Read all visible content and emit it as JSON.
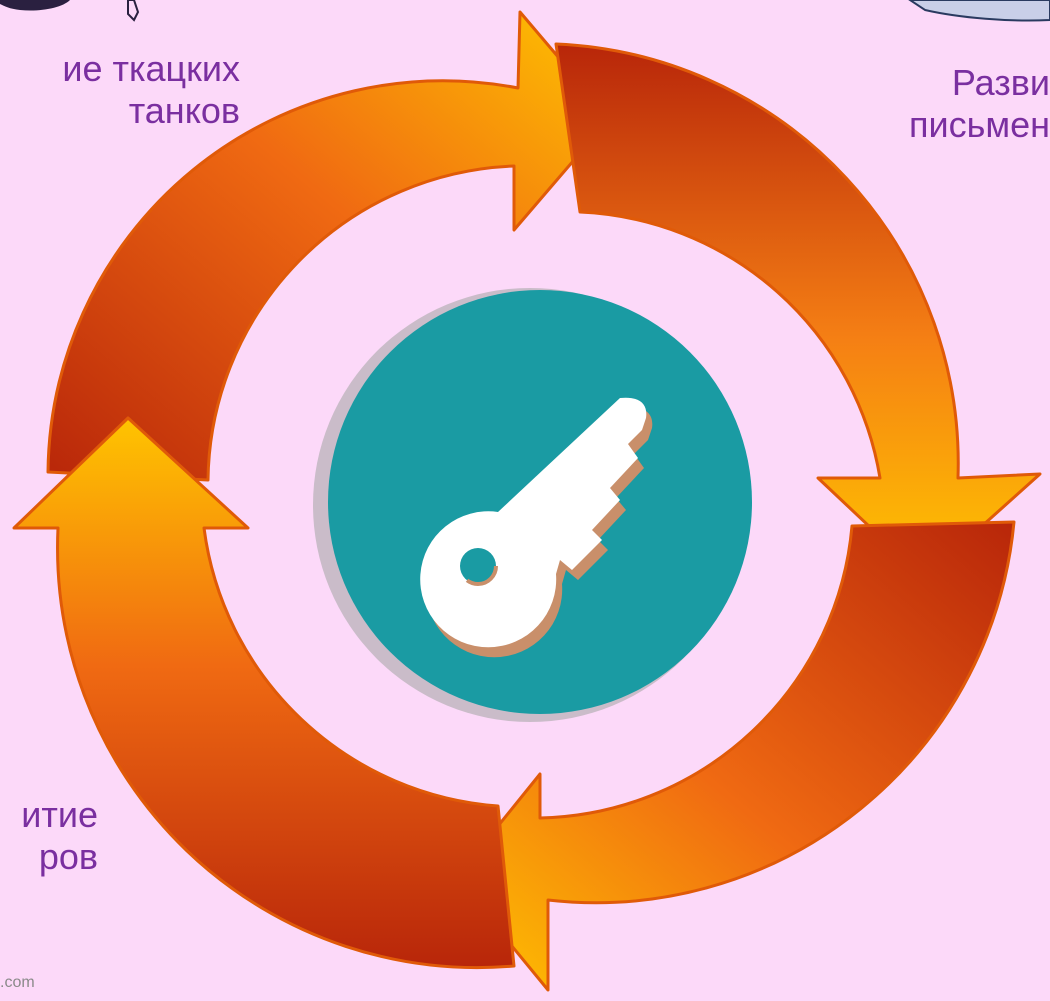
{
  "labels": {
    "top_left": [
      "ие ткацких",
      "танков"
    ],
    "top_right": [
      "Разви",
      "письмен"
    ],
    "bottom_left": [
      "итие",
      "ров"
    ]
  },
  "footer_text": ".com",
  "center_icon": "key-icon",
  "colors": {
    "background": "#fcd9f9",
    "arrow_dark": "#b8260a",
    "arrow_mid": "#f06a12",
    "arrow_light": "#ffc400",
    "circle": "#1a9ba3",
    "key": "#ffffff",
    "key_shadow": "#c98f6a",
    "label_text": "#7a2fa0"
  }
}
